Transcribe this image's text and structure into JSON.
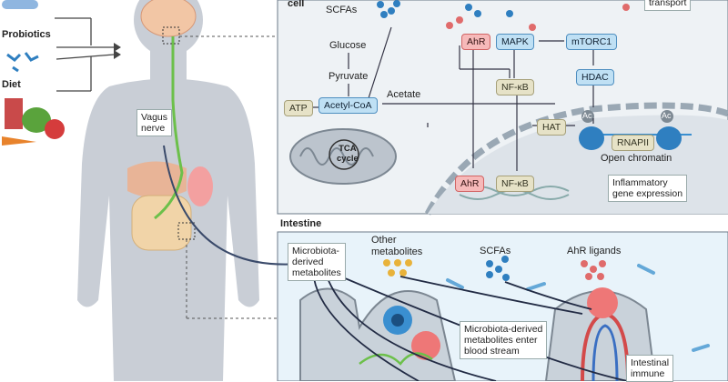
{
  "left": {
    "probiotics": "Probiotics",
    "diet": "Diet",
    "vagus": "Vagus\nnerve"
  },
  "cell": {
    "title": "cell",
    "scfas": "SCFAs",
    "transport": "transport",
    "glucose": "Glucose",
    "pyruvate": "Pyruvate",
    "acetate": "Acetate",
    "acetyl_coa": "Acetyl-CoA",
    "atp": "ATP",
    "tca": "TCA\ncycle",
    "ahr": "AhR",
    "mapk": "MAPK",
    "mtorc1": "mTORC1",
    "nfkb": "NF-κB",
    "hdac": "HDAC",
    "hat": "HAT",
    "ac": "Ac",
    "rnapii": "RNAPII",
    "open_chromatin": "Open chromatin",
    "inflammatory": "Inflammatory\ngene expression"
  },
  "intestine": {
    "title": "Intestine",
    "microbiota_derived": "Microbiota-\nderived\nmetabolites",
    "other_metabolites": "Other\nmetabolites",
    "scfas": "SCFAs",
    "ahr_ligands": "AhR ligands",
    "enter_blood": "Microbiota-derived\nmetabolites enter\nblood stream",
    "intestinal_immune": "Intestinal\nimmune"
  },
  "colors": {
    "blue_dot": "#2f7fc0",
    "red_dot": "#e06b6b",
    "yellow_dot": "#e8b23a",
    "nerve": "#6cc04a",
    "panel_bg": "#eef2f5",
    "intestine_bg": "#e8f3fa"
  }
}
